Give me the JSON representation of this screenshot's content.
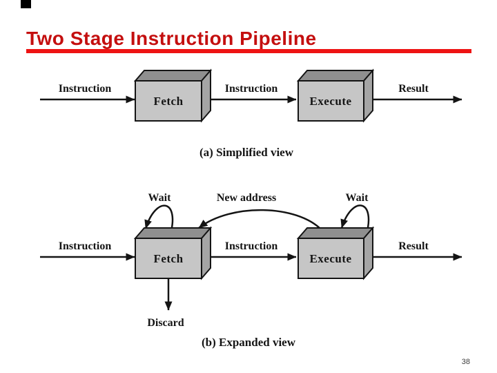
{
  "slide": {
    "title": "Two Stage Instruction Pipeline",
    "page_number": "38"
  },
  "colors": {
    "title": "#c40f0f",
    "rule": "#ee1313",
    "box_front": "#c6c6c6",
    "box_top": "#8f8f8f",
    "box_side": "#a5a5a5",
    "ink": "#141414"
  },
  "diagram_a": {
    "caption": "(a) Simplified view",
    "input_label": "Instruction",
    "fetch_label": "Fetch",
    "middle_label": "Instruction",
    "execute_label": "Execute",
    "output_label": "Result"
  },
  "diagram_b": {
    "caption": "(b) Expanded view",
    "input_label": "Instruction",
    "fetch_label": "Fetch",
    "middle_label": "Instruction",
    "execute_label": "Execute",
    "output_label": "Result",
    "wait_left_label": "Wait",
    "wait_right_label": "Wait",
    "new_address_label": "New address",
    "discard_label": "Discard"
  }
}
